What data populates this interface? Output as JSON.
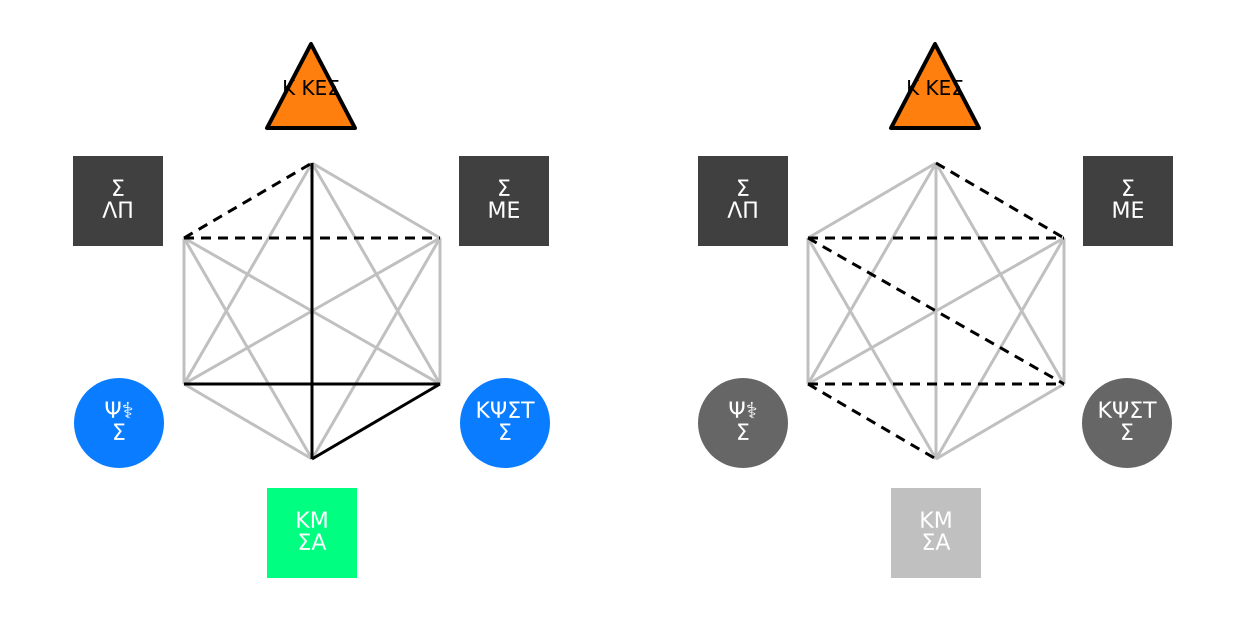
{
  "panels": [
    {
      "top_label": [
        "Κ",
        "ΚΕΣ"
      ],
      "left_top_label": [
        "Σ",
        "ΛΠ"
      ],
      "right_top_label": [
        "Σ",
        "ΜΕ"
      ],
      "left_bottom_label": [
        "Ψ⚕",
        "Σ"
      ],
      "right_bottom_label": [
        "ΚΨΣΤ",
        "Σ"
      ],
      "bottom_label": [
        "ΚΜ",
        "ΣΑ"
      ]
    },
    {
      "top_label": [
        "Κ",
        "ΚΕΣ"
      ],
      "left_top_label": [
        "Σ",
        "ΛΠ"
      ],
      "right_top_label": [
        "Σ",
        "ΜΕ"
      ],
      "left_bottom_label": [
        "Ψ⚕",
        "Σ"
      ],
      "right_bottom_label": [
        "ΚΨΣΤ",
        "Σ"
      ],
      "bottom_label": [
        "ΚΜ",
        "ΣΑ"
      ]
    }
  ],
  "colors": {
    "triangle_fill": "#ff7f0e",
    "dark_square": "#404040",
    "blue_circle": "#0a7cff",
    "green_square": "#00ff80",
    "grey_circle": "#666666",
    "light_square": "#c0c0c0",
    "edge_grey": "#c0c0c0",
    "edge_black": "#000000"
  }
}
